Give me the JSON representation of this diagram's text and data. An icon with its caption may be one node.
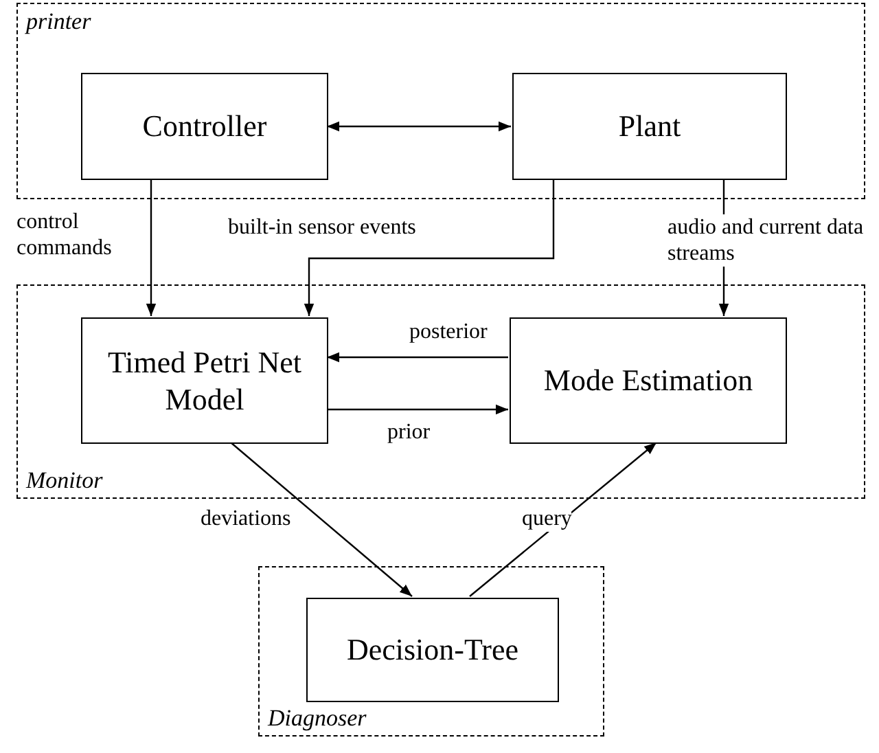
{
  "diagram": {
    "nodes": [
      {
        "text": [
          "printer"
        ]
      },
      {
        "text": [
          "Controller"
        ],
        "in": 0
      },
      {
        "text": [
          "Plant"
        ],
        "in": 0
      },
      {
        "text": [
          "Monitor"
        ]
      },
      {
        "text": [
          "Timed Petri Net Model"
        ],
        "in": 3
      },
      {
        "text": [
          "Mode Estimation"
        ],
        "in": 3
      },
      {
        "text": [
          "Diagnoser"
        ]
      },
      {
        "text": [
          "Decision-Tree"
        ],
        "in": 6
      }
    ],
    "edges": [
      {
        "from": 1,
        "to": 2,
        "arrow": "both"
      },
      {
        "from": 1,
        "to": 4,
        "arrow": "to",
        "label": "control commands"
      },
      {
        "from": 2,
        "to": 4,
        "arrow": "to",
        "label": "built-in sensor events"
      },
      {
        "from": 2,
        "to": 5,
        "arrow": "to",
        "label": "audio and current data streams"
      },
      {
        "from": 5,
        "to": 4,
        "arrow": "to",
        "label": "posterior"
      },
      {
        "from": 4,
        "to": 5,
        "arrow": "to",
        "label": "prior"
      },
      {
        "from": 4,
        "to": 7,
        "arrow": "to",
        "label": "deviations"
      },
      {
        "from": 7,
        "to": 5,
        "arrow": "to",
        "label": "query"
      }
    ]
  }
}
